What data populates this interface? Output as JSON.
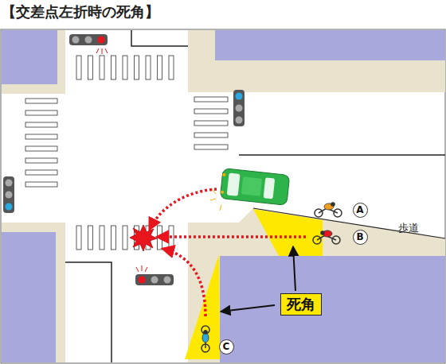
{
  "diagram": {
    "title": "【交差点左折時の死角】",
    "nodes": [
      {
        "text": [
          "A"
        ]
      },
      {
        "text": [
          "B"
        ]
      },
      {
        "text": [
          "死角"
        ]
      },
      {
        "text": [
          "C"
        ]
      }
    ],
    "labels": [
      "歩道"
    ]
  }
}
